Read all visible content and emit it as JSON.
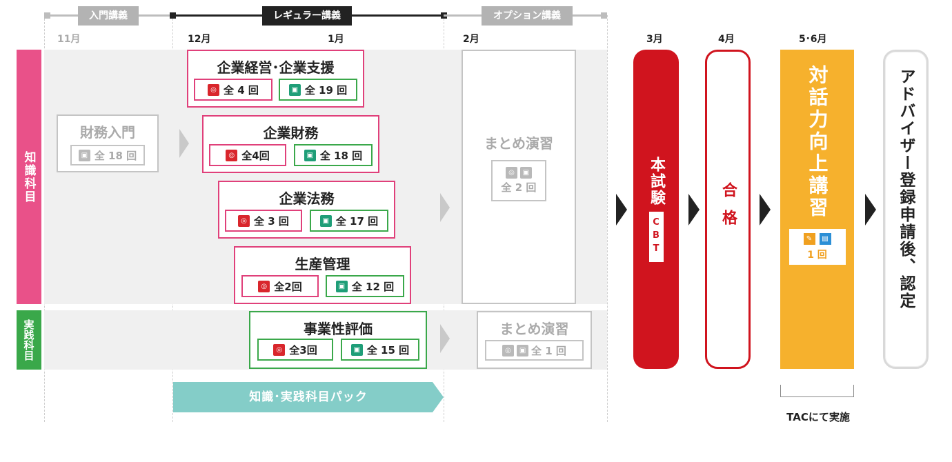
{
  "phases": {
    "intro": "入門講義",
    "regular": "レギュラー講義",
    "option": "オプション講義"
  },
  "months": {
    "nov": "11月",
    "dec": "12月",
    "jan": "1月",
    "feb": "2月",
    "mar": "3月",
    "apr": "4月",
    "may_jun": "5･6月"
  },
  "side_tabs": {
    "knowledge": "知識科目",
    "practice": "実践科目"
  },
  "intro_course": {
    "title": "財務入門",
    "count": "全 18 回"
  },
  "subjects": [
    {
      "title": "企業経営･企業支援",
      "dvd": "全 4 回",
      "web": "全 19 回"
    },
    {
      "title": "企業財務",
      "dvd": "全4回",
      "web": "全 18 回"
    },
    {
      "title": "企業法務",
      "dvd": "全 3 回",
      "web": "全 17 回"
    },
    {
      "title": "生産管理",
      "dvd": "全2回",
      "web": "全 12 回"
    },
    {
      "title": "事業性評価",
      "dvd": "全3回",
      "web": "全 15 回"
    }
  ],
  "review_knowledge": {
    "title": "まとめ演習",
    "count": "全 2 回"
  },
  "review_practice": {
    "title": "まとめ演習",
    "count": "全 1 回"
  },
  "pack": "知識･実践科目パック",
  "stages": {
    "exam": "本試験",
    "exam_sub": "CBT",
    "pass": "合格",
    "dialogue": "対話力向上講習",
    "dialogue_count": "1 回",
    "register": "アドバイザー登録申請後、認定"
  },
  "tac_note": "TACにて実施",
  "colors": {
    "pink": "#e0407a",
    "green": "#3aa84a",
    "exam_red": "#d0141e",
    "orange": "#f6b12d",
    "teal_pack": "#84cdc8"
  },
  "icons": [
    "dvd-icon",
    "web-icon",
    "pen-icon",
    "paper-icon"
  ]
}
